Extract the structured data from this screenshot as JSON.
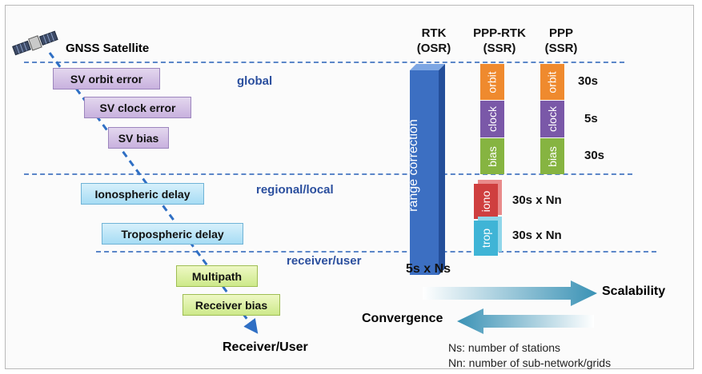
{
  "satellite_label": "GNSS Satellite",
  "regions": {
    "global": "global",
    "regional": "regional/local",
    "receiver": "receiver/user"
  },
  "error_boxes": {
    "orbit": "SV orbit error",
    "clock": "SV clock error",
    "bias": "SV bias",
    "iono": "Ionospheric delay",
    "tropo": "Tropospheric delay",
    "multipath": "Multipath",
    "receiver_bias": "Receiver bias"
  },
  "receiver_label": "Receiver/User",
  "columns": {
    "rtk": {
      "line1": "RTK",
      "line2": "(OSR)"
    },
    "ppprtk": {
      "line1": "PPP-RTK",
      "line2": "(SSR)"
    },
    "ppp": {
      "line1": "PPP",
      "line2": "(SSR)"
    }
  },
  "range_correction_label": "range correction",
  "rtk_interval": "5s x Ns",
  "blocks": {
    "orbit": "orbit",
    "clock": "clock",
    "bias": "bias",
    "iono": "iono",
    "trop": "trop"
  },
  "intervals": {
    "orbit": "30s",
    "clock": "5s",
    "bias": "30s",
    "iono": "30s x Nn",
    "trop": "30s x Nn"
  },
  "scalability_label": "Scalability",
  "convergence_label": "Convergence",
  "notes": {
    "ns": "Ns: number of stations",
    "nn": "Nn: number of sub-network/grids"
  },
  "colors": {
    "orbit": "#ef8a2e",
    "clock": "#7a58a8",
    "bias": "#86b441",
    "iono": "#cf3f3f",
    "trop": "#3fb4d6",
    "range_correction": "#3c6fc2",
    "region_text": "#2b4f9e",
    "arrow": "#3a92b5"
  },
  "icons": {
    "satellite": "satellite-icon"
  }
}
